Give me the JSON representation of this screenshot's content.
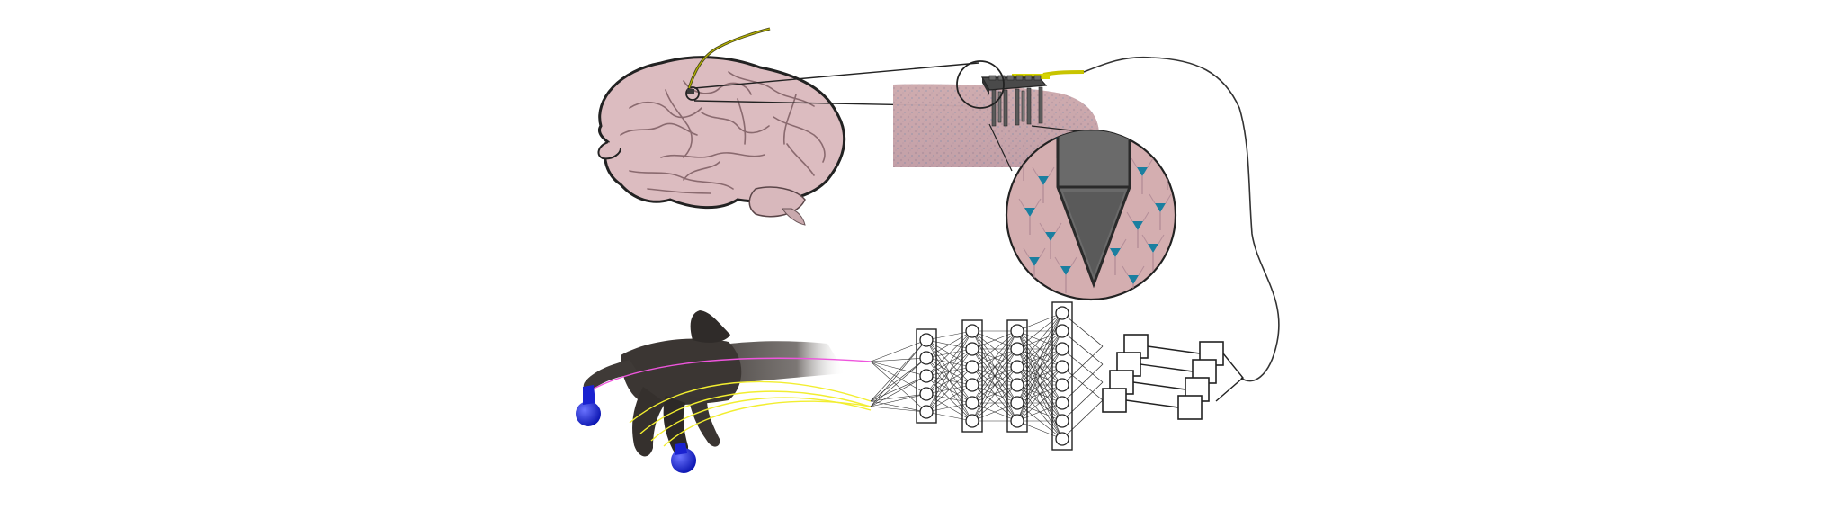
{
  "diagram": {
    "components": [
      {
        "id": "brain",
        "icon": "brain-illustration"
      },
      {
        "id": "electrode-array",
        "icon": "microelectrode-array"
      },
      {
        "id": "cortex-section",
        "icon": "cortical-tissue"
      },
      {
        "id": "neurons-magnified",
        "icon": "neuron-field"
      },
      {
        "id": "neural-network",
        "icon": "fully-connected-network",
        "layers": [
          5,
          6,
          6,
          8
        ]
      },
      {
        "id": "decoder-blocks",
        "icon": "stacked-recurrent-blocks"
      },
      {
        "id": "hand-model",
        "icon": "virtual-hand",
        "fingertip_markers": 2
      }
    ],
    "colors": {
      "brain": "#dcbcc0",
      "brain_outline": "#222222",
      "tissue": "#c9a6a8",
      "neuron": "#1a7fa0",
      "electrode": "#5a5a5a",
      "cable": "#c8c400",
      "hand": "#3b3633",
      "marker": "#0a14c8",
      "trace_primary": "#ee55dd",
      "trace_secondary": "#f2ee30",
      "line": "#222222"
    }
  }
}
